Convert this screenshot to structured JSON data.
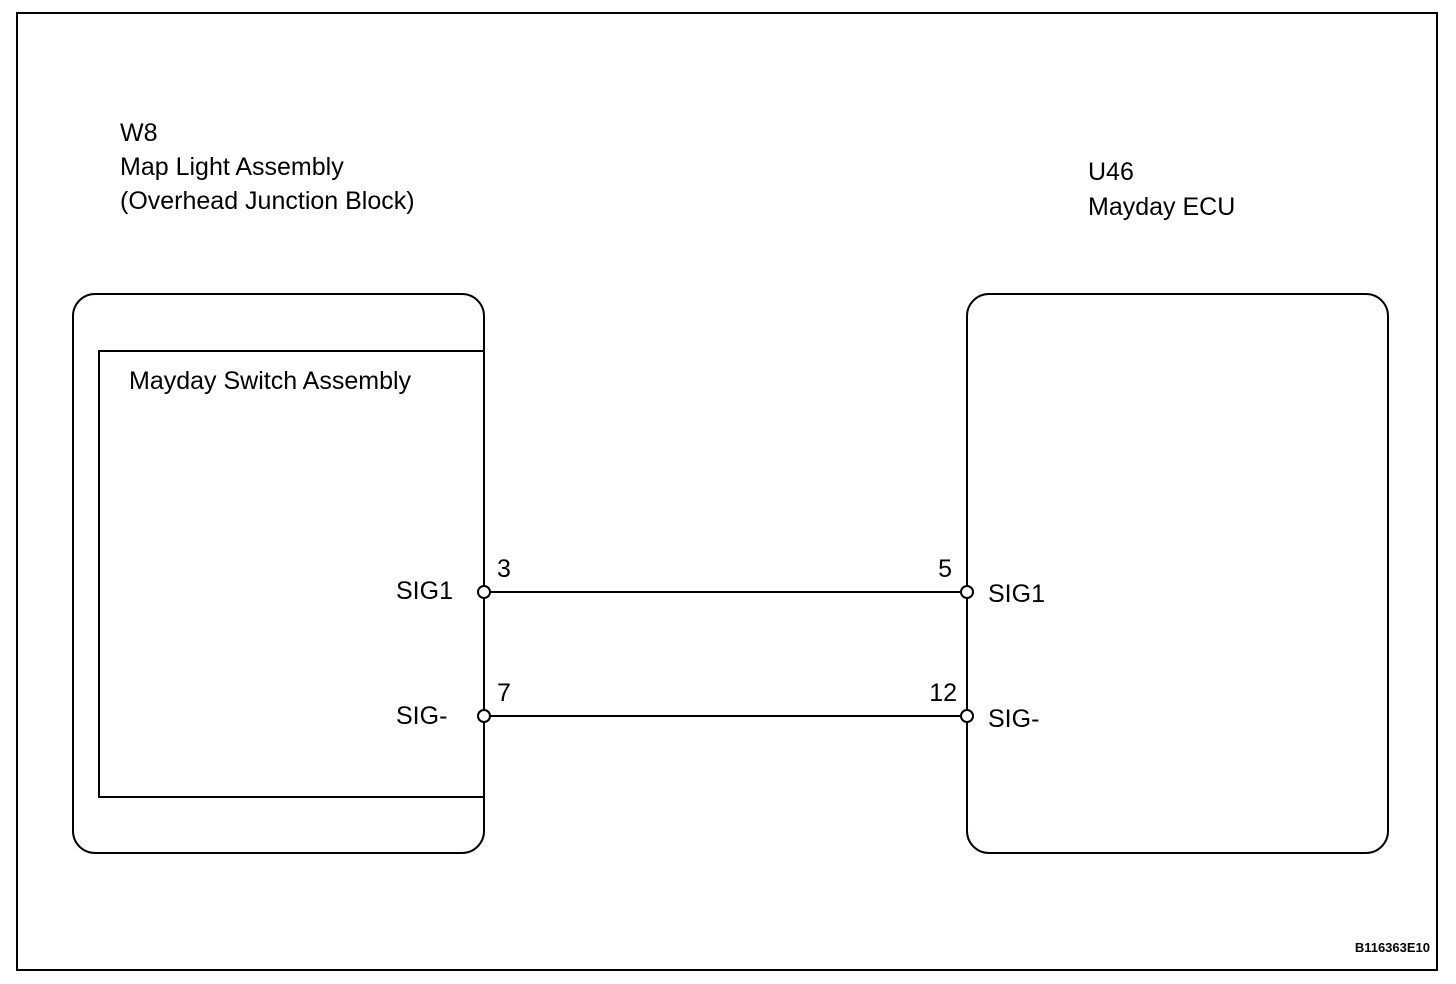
{
  "left_component": {
    "code": "W8",
    "name": "Map Light Assembly",
    "subname": "(Overhead Junction Block)",
    "inner_label": "Mayday Switch Assembly",
    "terminals": [
      {
        "signal": "SIG1",
        "pin": "3"
      },
      {
        "signal": "SIG-",
        "pin": "7"
      }
    ]
  },
  "right_component": {
    "code": "U46",
    "name": "Mayday ECU",
    "terminals": [
      {
        "signal": "SIG1",
        "pin": "5"
      },
      {
        "signal": "SIG-",
        "pin": "12"
      }
    ]
  },
  "figure_code": "B116363E10"
}
